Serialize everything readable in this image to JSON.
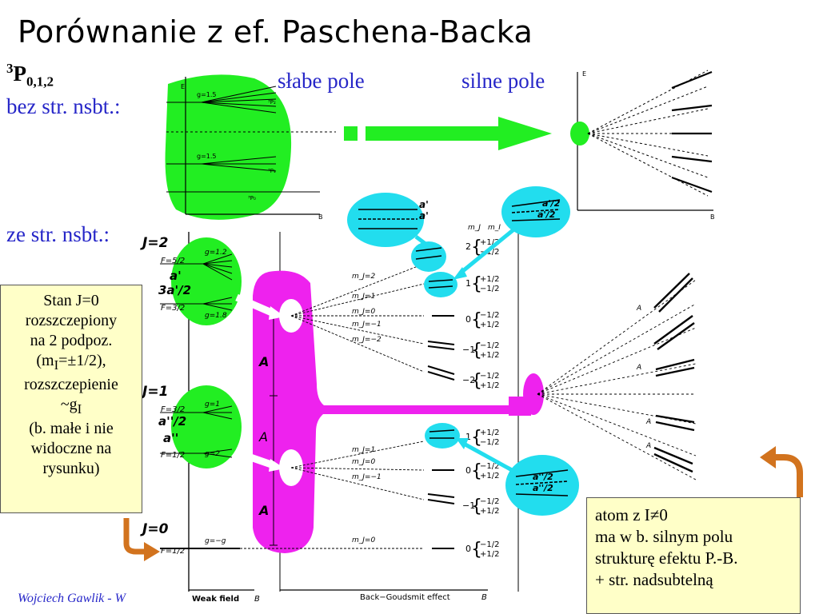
{
  "title": "Porównanie z ef. Paschena-Backa",
  "term": {
    "superscript": "3",
    "letter": "P",
    "subscript": "0,1,2"
  },
  "labels": {
    "weak_field": "słabe pole",
    "strong_field": "silne pole",
    "without_hfs": "bez str. nsbt.:",
    "with_hfs": "ze str. nsbt.:"
  },
  "note_left": {
    "line1": "Stan J=0",
    "line2": "rozszczepiony",
    "line3": "na 2 podpoz.",
    "line4_prefix": "(m",
    "line4_sub": "I",
    "line4_suffix": "=±1/2),",
    "line5": "rozszczepienie",
    "line6_prefix": "~g",
    "line6_sub": "I",
    "line7": "(b. małe i nie",
    "line8": "widoczne na",
    "line9": "rysunku)"
  },
  "note_right": {
    "line1": "atom z I≠0",
    "line2": "ma w b. silnym polu",
    "line3": "strukturę efektu P.-B.",
    "line4": "+ str. nadsubtelną"
  },
  "footer": "Wojciech Gawlik - W",
  "diagram": {
    "j_labels": [
      "J=2",
      "J=1",
      "J=0"
    ],
    "f_labels": [
      "F=5/2",
      "F=3/2",
      "F=3/2",
      "F=1/2",
      "F=1/2"
    ],
    "g_labels": [
      "g=1.2",
      "g=1.8",
      "g=1",
      "g=2",
      "g=−g",
      "g=1.5",
      "g=1.5"
    ],
    "a_labels": [
      "a'",
      "3a'/2",
      "a''/2",
      "a''",
      "A",
      "A",
      "A",
      "a'",
      "a'",
      "a'/2",
      "a'/2",
      "a''/2",
      "a''/2",
      "A",
      "A",
      "A",
      "A",
      "E",
      "E",
      "B",
      "B"
    ],
    "term_labels": [
      "³P₂",
      "³P₁",
      "³P₀"
    ],
    "mj_labels": [
      "m_J=2",
      "m_J=1",
      "m_J=0",
      "m_J=−1",
      "m_J=−2",
      "m_J=1",
      "m_J=0",
      "m_J=−1",
      "m_J=0"
    ],
    "mi_header": [
      "m_J",
      "m_I"
    ],
    "mj_group": [
      "2",
      "1",
      "0",
      "−1",
      "−2",
      "1",
      "0",
      "−1",
      "0"
    ],
    "mi_pairs": [
      "+1/2",
      "−1/2",
      "+1/2",
      "−1/2",
      "−1/2",
      "+1/2",
      "−1/2",
      "+1/2",
      "−1/2",
      "+1/2",
      "+1/2",
      "−1/2",
      "−1/2",
      "+1/2",
      "−1/2",
      "+1/2",
      "−1/2",
      "+1/2"
    ],
    "axis_weak": "Weak field",
    "axis_bg": "Back−Goudsmit effect",
    "axis_b": "B",
    "colors": {
      "green": "#22ee22",
      "magenta": "#ee22ee",
      "cyan": "#22ddee",
      "orange": "#d2731e"
    }
  }
}
